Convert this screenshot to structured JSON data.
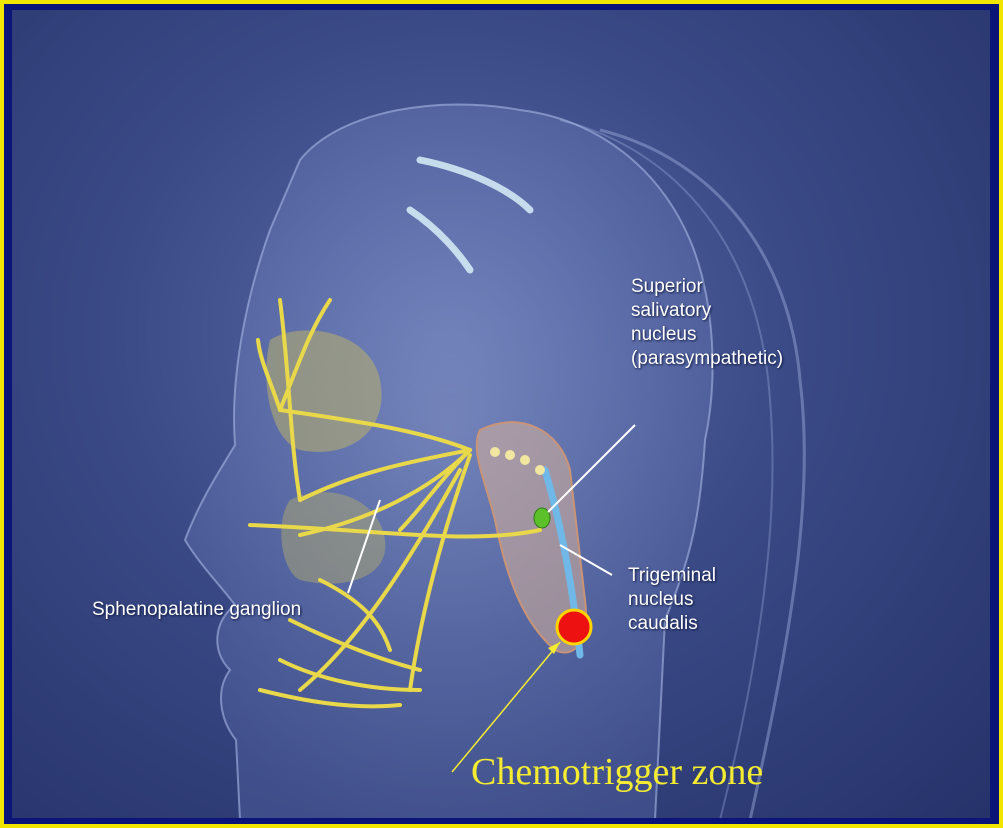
{
  "labels": {
    "superior_salivatory": "Superior\nsalivatory\nnucleus\n(parasympathetic)",
    "trigeminal": "Trigeminal\nnucleus\ncaudalis",
    "sphenopalatine": "Sphenopalatine ganglion",
    "chemotrigger": "Chemotrigger zone"
  },
  "colors": {
    "border": "#f2e600",
    "nerves": "#e8d84a",
    "marker": "#ee1111",
    "chemotrigger_text": "#f5ec32",
    "brainstem_line": "#6fb8e8",
    "ganglion_dot": "#5cc02a"
  },
  "icons": {
    "marker": "red-circle-marker"
  }
}
